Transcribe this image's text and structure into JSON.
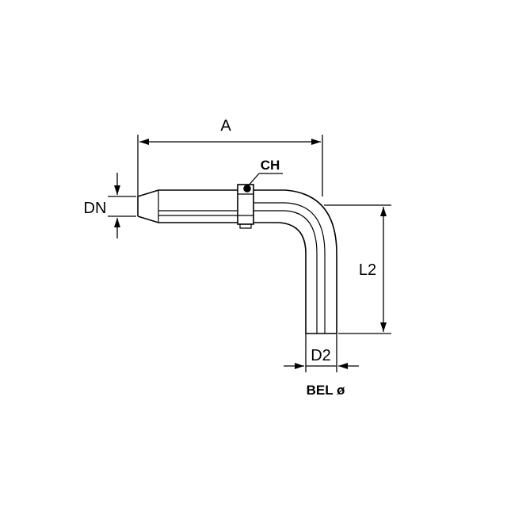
{
  "labels": {
    "a": "A",
    "ch": "CH",
    "dn": "DN",
    "l2": "L2",
    "d2": "D2",
    "bel": "BEL ø"
  },
  "colors": {
    "line": "#000000",
    "background": "#ffffff"
  }
}
